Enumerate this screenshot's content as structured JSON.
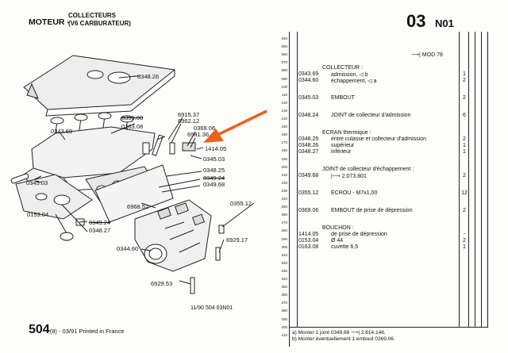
{
  "header": {
    "moteur": "MOTEUR -",
    "collecteurs": "COLLECTEURS",
    "v6": "(V6 CARBURATEUR)",
    "plate_number": "03",
    "plate_code": "N01"
  },
  "diagram": {
    "labels": [
      {
        "text": "0348.26",
        "name": "label-0348-26"
      },
      {
        "text": "6915.37",
        "name": "label-6915-37"
      },
      {
        "text": "6962.12",
        "name": "label-6962-12"
      },
      {
        "text": "0359.08",
        "name": "label-0359-08"
      },
      {
        "text": "0163.08",
        "name": "label-0163-08"
      },
      {
        "text": "0369.06",
        "name": "label-0369-06"
      },
      {
        "text": "6981.36",
        "name": "label-6981-36"
      },
      {
        "text": "0343.69",
        "name": "label-0343-69"
      },
      {
        "text": "1414.05",
        "name": "label-1414-05"
      },
      {
        "text": "0345.03",
        "name": "label-0345-03-right"
      },
      {
        "text": "0348.25",
        "name": "label-0348-25"
      },
      {
        "text": "0345.03",
        "name": "label-0345-03-left"
      },
      {
        "text": "0349.24",
        "name": "label-0349-24-upper"
      },
      {
        "text": "0349.68",
        "name": "label-0349-68"
      },
      {
        "text": "6968.52",
        "name": "label-6968-52"
      },
      {
        "text": "0355.12",
        "name": "label-0355-12"
      },
      {
        "text": "0153.04",
        "name": "label-0153-04"
      },
      {
        "text": "0349.24",
        "name": "label-0349-24-lower"
      },
      {
        "text": "0348.27",
        "name": "label-0348-27"
      },
      {
        "text": "6929.17",
        "name": "label-6929-17"
      },
      {
        "text": "0344.60",
        "name": "label-0344-60"
      },
      {
        "text": "6929.53",
        "name": "label-6929-53"
      }
    ],
    "arrow_color": "#e8641e"
  },
  "footer": {
    "code": "11/90 504 03N01",
    "model": "504",
    "detail": "(8) - 03/91 Printed in France"
  },
  "table": {
    "line_numbers": [
      "040",
      "050",
      "060",
      "070",
      "080",
      "090",
      "100",
      "110",
      "120",
      "130",
      "140",
      "150",
      "160",
      "170",
      "180",
      "190",
      "200",
      "210",
      "220",
      "230",
      "240",
      "250",
      "260",
      "270",
      "280",
      "290",
      "300",
      "310",
      "320",
      "330",
      "340",
      "350",
      "360",
      "370",
      "380",
      "390",
      "400",
      "410"
    ],
    "mod_note": "⟶| MOD 78",
    "rows": [
      {
        "ref": "",
        "desc": "COLLECTEUR :",
        "qty": "",
        "heading": true
      },
      {
        "ref": "0343.69",
        "desc": "admission, ◁ b",
        "qty": "1"
      },
      {
        "ref": "0344.60",
        "desc": "échappement, ◁ a",
        "qty": "2"
      },
      {
        "ref": "0345.03",
        "desc": "EMBOUT",
        "qty": "2"
      },
      {
        "ref": "0348.24",
        "desc": "JOINT de collecteur d'admission",
        "qty": "6"
      },
      {
        "ref": "",
        "desc": "ECRAN thermique :",
        "qty": "",
        "heading": true
      },
      {
        "ref": "0348.25",
        "desc": "entre culasse et collecteur d'admission",
        "qty": "2"
      },
      {
        "ref": "0348.26",
        "desc": "supérieur",
        "qty": "1"
      },
      {
        "ref": "0348.27",
        "desc": "inférieur",
        "qty": "1"
      },
      {
        "ref": "",
        "desc": "JOINT de collecteur d'échappement :",
        "qty": "",
        "heading": true
      },
      {
        "ref": "0349.68",
        "desc": "|⟶ 2.073.801",
        "qty": "2"
      },
      {
        "ref": "0355.12",
        "desc": "ECROU - M7x1,00",
        "qty": "12"
      },
      {
        "ref": "0369.06",
        "desc": "EMBOUT de prise de dépression",
        "qty": "2"
      },
      {
        "ref": "",
        "desc": "BOUCHON :",
        "qty": "",
        "heading": true
      },
      {
        "ref": "1414.05",
        "desc": "de prise de dépression",
        "qty": "-"
      },
      {
        "ref": "0153.04",
        "desc": "Ø 44",
        "qty": "2"
      },
      {
        "ref": "0163.08",
        "desc": "cuvette 6,5",
        "qty": "1"
      }
    ],
    "notes": [
      "a) Monter 1 joint 0349.68 ⟶| 2.614.148.",
      "b) Monter éventuellement 1 embout 0369.06."
    ]
  }
}
